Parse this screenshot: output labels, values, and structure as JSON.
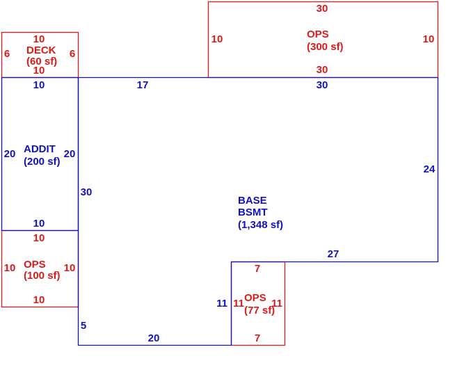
{
  "colors": {
    "base": "#1010c8",
    "addition": "#e01818"
  },
  "sketch": {
    "base": {
      "name_line1": "BASE",
      "name_line2": "BSMT",
      "area": "(1,348 sf)",
      "dims": {
        "top_left": "17",
        "top_right": "30",
        "right": "24",
        "notch_top": "27",
        "notch_side": "11",
        "bottom": "20",
        "left_lower": "5",
        "left_upper": "30"
      }
    },
    "addit": {
      "name": "ADDIT",
      "area": "(200 sf)",
      "dims": {
        "top": "10",
        "bottom": "10",
        "left": "20",
        "right": "20"
      }
    },
    "deck": {
      "name": "DECK",
      "area": "(60 sf)",
      "dims": {
        "top": "10",
        "bottom": "10",
        "left": "6",
        "right": "6"
      }
    },
    "ops_top": {
      "name": "OPS",
      "area": "(300 sf)",
      "dims": {
        "top": "30",
        "bottom": "30",
        "left": "10",
        "right": "10"
      }
    },
    "ops_left": {
      "name": "OPS",
      "area": "(100 sf)",
      "dims": {
        "top": "10",
        "bottom": "10",
        "left": "10",
        "right": "10"
      }
    },
    "ops_bottom": {
      "name": "OPS",
      "area": "(77 sf)",
      "dims": {
        "top": "7",
        "bottom": "7",
        "left": "11",
        "right": "11"
      }
    }
  }
}
